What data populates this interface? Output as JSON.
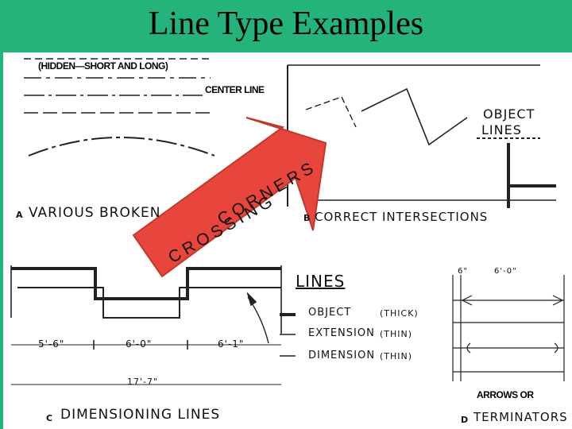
{
  "slide": {
    "title": "Line Type Examples"
  },
  "panel_a": {
    "hidden_label": "(HIDDEN—SHORT AND LONG)",
    "center_label": "CENTER LINE",
    "letter": "A",
    "caption": "VARIOUS BROKEN"
  },
  "panel_b": {
    "object_lines_1": "OBJECT",
    "object_lines_2": "LINES",
    "letter": "B",
    "caption": "CORRECT INTERSECTIONS"
  },
  "overlay": {
    "arrow_text_1": "CORNERS",
    "arrow_text_2": "CROSSING"
  },
  "panel_c": {
    "dim_left": "5'-6\"",
    "dim_mid": "6'-0\"",
    "dim_right": "6'-1\"",
    "dim_total": "17'-7\"",
    "letter": "C",
    "caption": "DIMENSIONING LINES"
  },
  "lines_table": {
    "heading": "LINES",
    "rows": [
      {
        "name": "OBJECT",
        "weight": "(THICK)"
      },
      {
        "name": "EXTENSION",
        "weight": "(THIN)"
      },
      {
        "name": "DIMENSION",
        "weight": "(THIN)"
      }
    ]
  },
  "panel_d": {
    "dim_a": "6\"",
    "dim_b": "6'-0\"",
    "arrows_label": "ARROWS OR",
    "letter": "D",
    "caption": "TERMINATORS"
  },
  "colors": {
    "title_bar": "#24b37a",
    "arrow_fill": "#e8453c",
    "arrow_stroke": "#c0392b"
  }
}
